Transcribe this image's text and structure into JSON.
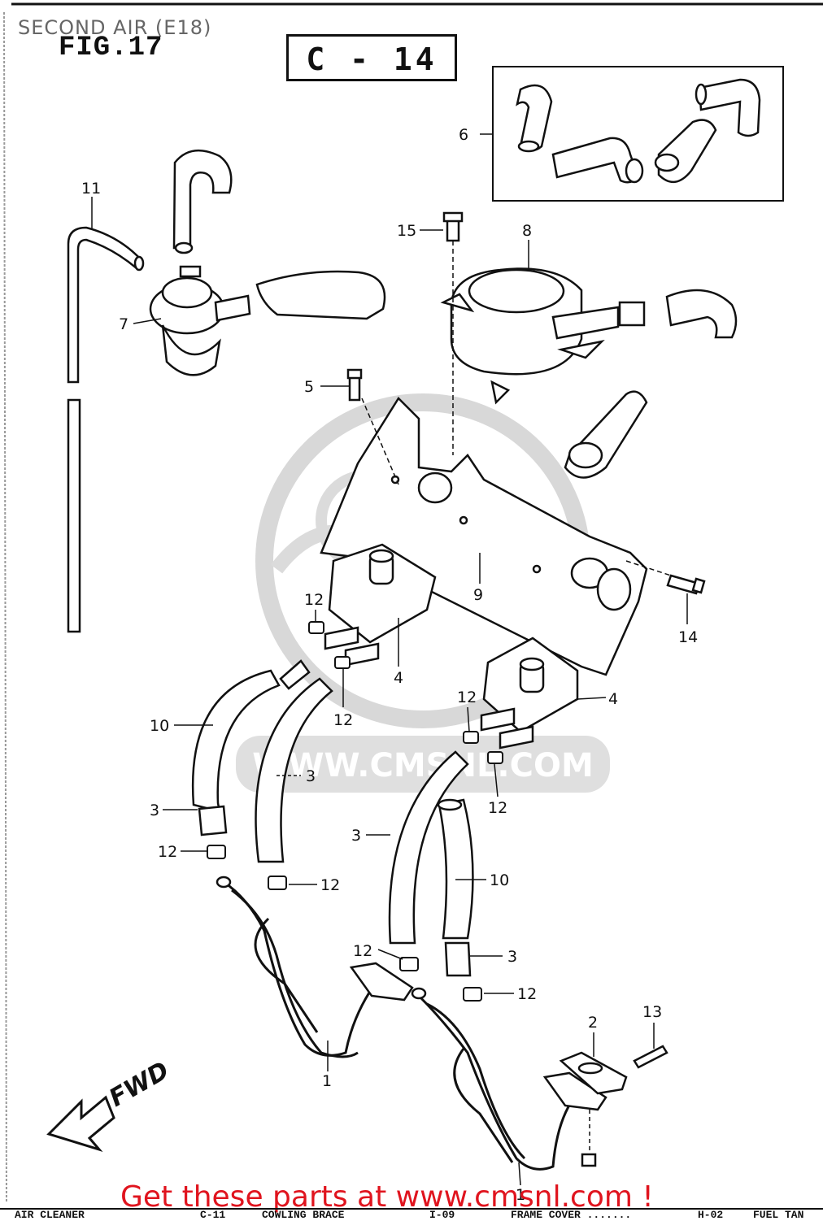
{
  "page": {
    "title": "SECOND AIR (E18)",
    "figure": "FIG.17",
    "chapter_code": "C - 14",
    "cta": "Get these parts at www.cmsnl.com !",
    "watermark": "WWW.CMSNL.COM"
  },
  "callouts": {
    "c1a": "1",
    "c1b": "1",
    "c2": "2",
    "c3a": "3",
    "c3b": "3",
    "c3c": "3",
    "c3d": "3",
    "c4a": "4",
    "c4b": "4",
    "c5": "5",
    "c6": "6",
    "c7": "7",
    "c8": "8",
    "c9": "9",
    "c10a": "10",
    "c10b": "10",
    "c11": "11",
    "c12a": "12",
    "c12b": "12",
    "c12c": "12",
    "c12d": "12",
    "c12e": "12",
    "c12f": "12",
    "c12g": "12",
    "c12h": "12",
    "c13": "13",
    "c14": "14",
    "c15": "15"
  },
  "fwd_label": "FWD",
  "footer": [
    "AIR CLEANER",
    "C-11",
    "COWLING BRACE",
    "I-09",
    "FRAME COVER .......",
    "H-02",
    "FUEL TAN"
  ],
  "colors": {
    "ink": "#111111",
    "cta": "#e0141e",
    "watermark": "#d0d0d0",
    "title": "#666666"
  }
}
